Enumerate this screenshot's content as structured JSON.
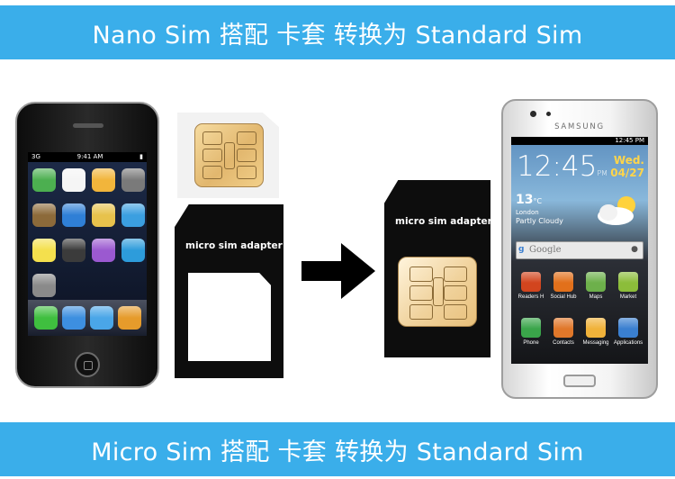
{
  "banners": {
    "top": "Nano Sim 搭配 卡套 转换为 Standard Sim",
    "bottom": "Micro Sim 搭配 卡套 转换为 Standard Sim"
  },
  "colors": {
    "banner": "#3aaeea",
    "adapter": "#0d0d0d",
    "chip_gold": "#e2b76e"
  },
  "adapters": {
    "left_label": "micro sim adapter",
    "right_label": "micro sim adapter"
  },
  "iphone": {
    "status_carrier": "3G",
    "status_time": "9:41 AM",
    "app_colors": [
      "#4caf50",
      "#f5f5f5",
      "#f2b53b",
      "#7a7a7a",
      "#8c6a3a",
      "#2f7fd6",
      "#e7c24c",
      "#3b9fe0",
      "#f4e04d",
      "#3b3b3b",
      "#9b59d0",
      "#2d9cdb",
      "#8a8a8a"
    ],
    "dock_colors": [
      "#3fbf3f",
      "#3d8fe0",
      "#4aa6e8",
      "#e69b2b"
    ]
  },
  "samsung": {
    "brand": "SAMSUNG",
    "status_time": "12:45 PM",
    "clock": "12:45",
    "clock_suffix": "PM",
    "date_day": "Wed.",
    "date_num": "04/27",
    "temperature": "13",
    "temperature_unit": "°C",
    "city": "London",
    "condition": "Partly Cloudy",
    "search_placeholder": "Google",
    "apps": [
      {
        "label": "Readers H",
        "color": "#d2451e"
      },
      {
        "label": "Social Hub",
        "color": "#e2701b"
      },
      {
        "label": "Maps",
        "color": "#6db04b"
      },
      {
        "label": "Market",
        "color": "#8cbd3a"
      },
      {
        "label": "Phone",
        "color": "#3aa54a"
      },
      {
        "label": "Contacts",
        "color": "#e0772a"
      },
      {
        "label": "Messaging",
        "color": "#f0b23a"
      },
      {
        "label": "Applications",
        "color": "#3a7fd0"
      }
    ]
  }
}
